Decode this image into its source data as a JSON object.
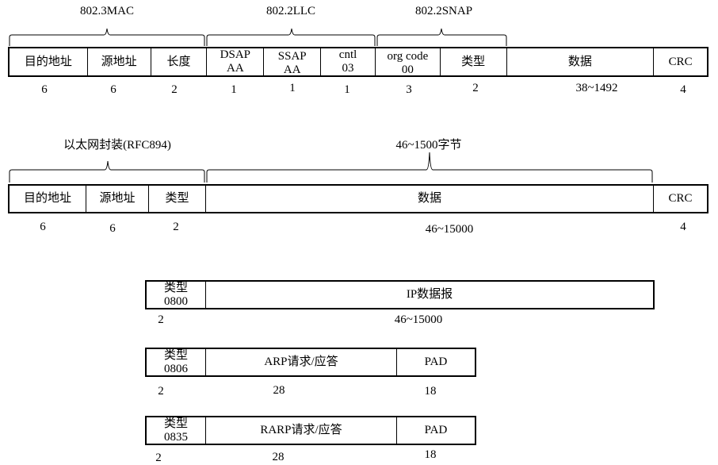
{
  "diagram_1": {
    "groups": [
      {
        "label": "802.3MAC"
      },
      {
        "label": "802.2LLC"
      },
      {
        "label": "802.2SNAP"
      }
    ],
    "fields": [
      {
        "line1": "目的地址",
        "line2": "",
        "size": "6"
      },
      {
        "line1": "源地址",
        "line2": "",
        "size": "6"
      },
      {
        "line1": "长度",
        "line2": "",
        "size": "2"
      },
      {
        "line1": "DSAP",
        "line2": "AA",
        "size": "1"
      },
      {
        "line1": "SSAP",
        "line2": "AA",
        "size": "1"
      },
      {
        "line1": "cntl",
        "line2": "03",
        "size": "1"
      },
      {
        "line1": "org code",
        "line2": "00",
        "size": "3"
      },
      {
        "line1": "类型",
        "line2": "",
        "size": "2"
      },
      {
        "line1": "数据",
        "line2": "",
        "size": "38~1492"
      },
      {
        "line1": "CRC",
        "line2": "",
        "size": "4"
      }
    ]
  },
  "diagram_2": {
    "groups": [
      {
        "label": "以太网封装(RFC894)"
      },
      {
        "label": "46~1500字节"
      }
    ],
    "fields": [
      {
        "line1": "目的地址",
        "size": "6"
      },
      {
        "line1": "源地址",
        "size": "6"
      },
      {
        "line1": "类型",
        "size": "2"
      },
      {
        "line1": "数据",
        "size": "46~15000"
      },
      {
        "line1": "CRC",
        "size": "4"
      }
    ]
  },
  "diagram_3": {
    "type_label": "类型",
    "type_code": "0800",
    "payload": "IP数据报",
    "sizes": [
      "2",
      "46~15000"
    ]
  },
  "diagram_4": {
    "type_label": "类型",
    "type_code": "0806",
    "payload": "ARP请求/应答",
    "pad": "PAD",
    "sizes": [
      "2",
      "28",
      "18"
    ]
  },
  "diagram_5": {
    "type_label": "类型",
    "type_code": "0835",
    "payload": "RARP请求/应答",
    "pad": "PAD",
    "sizes": [
      "2",
      "28",
      "18"
    ]
  }
}
